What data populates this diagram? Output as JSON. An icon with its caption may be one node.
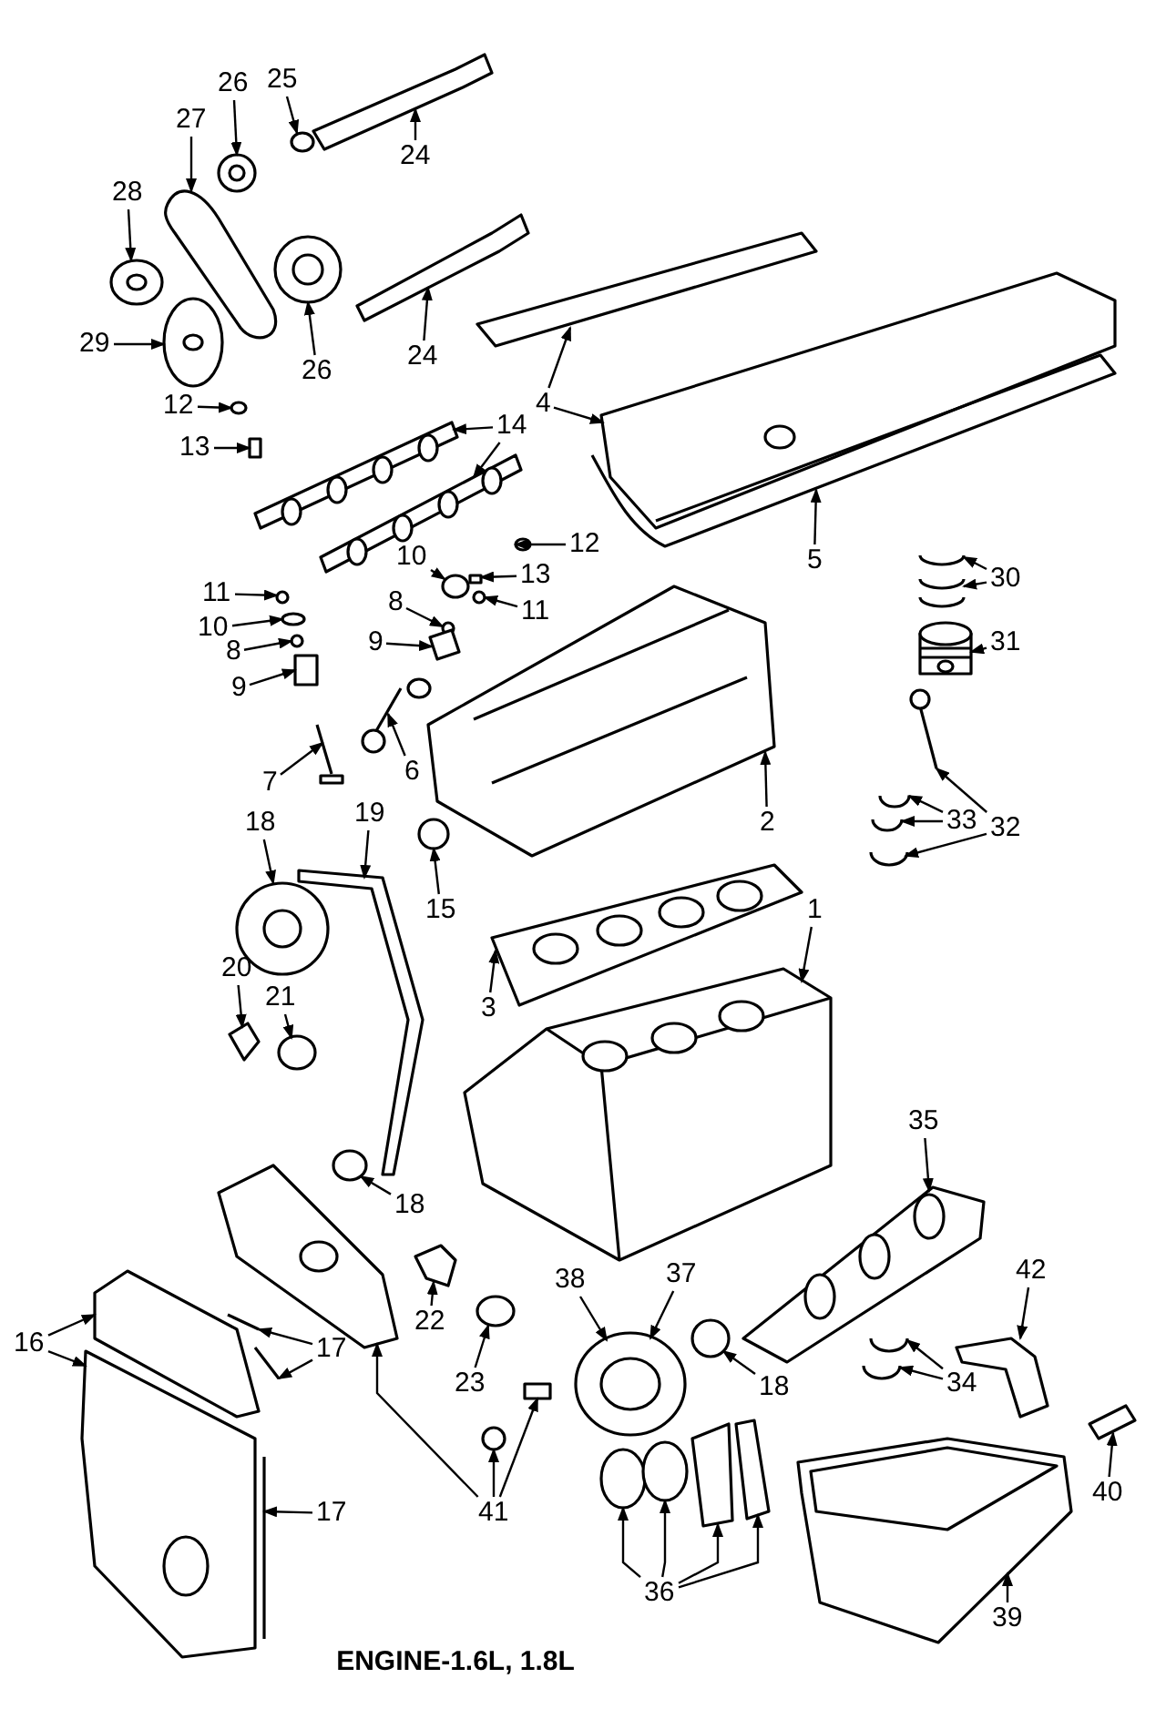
{
  "diagram": {
    "title": "ENGINE-1.6L, 1.8L",
    "nodes": [
      {
        "text": [
          "25"
        ]
      },
      {
        "text": [
          "26"
        ]
      },
      {
        "text": [
          "27"
        ]
      },
      {
        "text": [
          "24"
        ]
      },
      {
        "text": [
          "28"
        ]
      },
      {
        "text": [
          "26"
        ]
      },
      {
        "text": [
          "24"
        ]
      },
      {
        "text": [
          "29"
        ]
      },
      {
        "text": [
          "4"
        ]
      },
      {
        "text": [
          "12"
        ]
      },
      {
        "text": [
          "13"
        ]
      },
      {
        "text": [
          "14"
        ]
      },
      {
        "text": [
          "5"
        ]
      },
      {
        "text": [
          "12"
        ]
      },
      {
        "text": [
          "10"
        ]
      },
      {
        "text": [
          "13"
        ]
      },
      {
        "text": [
          "30"
        ]
      },
      {
        "text": [
          "11"
        ]
      },
      {
        "text": [
          "8"
        ]
      },
      {
        "text": [
          "11"
        ]
      },
      {
        "text": [
          "10"
        ]
      },
      {
        "text": [
          "8"
        ]
      },
      {
        "text": [
          "9"
        ]
      },
      {
        "text": [
          "31"
        ]
      },
      {
        "text": [
          "9"
        ]
      },
      {
        "text": [
          "6"
        ]
      },
      {
        "text": [
          "7"
        ]
      },
      {
        "text": [
          "2"
        ]
      },
      {
        "text": [
          "32"
        ]
      },
      {
        "text": [
          "33"
        ]
      },
      {
        "text": [
          "18"
        ]
      },
      {
        "text": [
          "19"
        ]
      },
      {
        "text": [
          "15"
        ]
      },
      {
        "text": [
          "1"
        ]
      },
      {
        "text": [
          "20"
        ]
      },
      {
        "text": [
          "21"
        ]
      },
      {
        "text": [
          "3"
        ]
      },
      {
        "text": [
          "35"
        ]
      },
      {
        "text": [
          "18"
        ]
      },
      {
        "text": [
          "38"
        ]
      },
      {
        "text": [
          "37"
        ]
      },
      {
        "text": [
          "42"
        ]
      },
      {
        "text": [
          "22"
        ]
      },
      {
        "text": [
          "16"
        ]
      },
      {
        "text": [
          "17"
        ]
      },
      {
        "text": [
          "23"
        ]
      },
      {
        "text": [
          "34"
        ]
      },
      {
        "text": [
          "18"
        ]
      },
      {
        "text": [
          "41"
        ]
      },
      {
        "text": [
          "40"
        ]
      },
      {
        "text": [
          "17"
        ]
      },
      {
        "text": [
          "36"
        ]
      },
      {
        "text": [
          "39"
        ]
      },
      {
        "text": [],
        "shape": "picture"
      },
      {
        "text": [],
        "shape": "picture"
      },
      {
        "text": [],
        "shape": "picture"
      },
      {
        "text": [],
        "shape": "picture"
      },
      {
        "text": [],
        "shape": "picture"
      },
      {
        "text": [],
        "shape": "picture"
      },
      {
        "text": [],
        "shape": "picture"
      },
      {
        "text": [],
        "shape": "picture"
      },
      {
        "text": [],
        "shape": "picture"
      },
      {
        "text": [],
        "shape": "picture"
      },
      {
        "text": [],
        "shape": "picture"
      },
      {
        "text": [],
        "shape": "box"
      },
      {
        "text": [],
        "shape": "picture"
      },
      {
        "text": [],
        "shape": "picture"
      },
      {
        "text": [],
        "shape": "picture"
      },
      {
        "text": [],
        "shape": "picture"
      },
      {
        "text": [],
        "shape": "picture"
      },
      {
        "text": [],
        "shape": "box"
      },
      {
        "text": [],
        "shape": "picture"
      },
      {
        "text": [],
        "shape": "picture"
      },
      {
        "text": [],
        "shape": "picture"
      },
      {
        "text": [],
        "shape": "picture"
      },
      {
        "text": [],
        "shape": "picture"
      },
      {
        "text": [],
        "shape": "picture"
      },
      {
        "text": [],
        "shape": "picture"
      },
      {
        "text": [],
        "shape": "picture"
      },
      {
        "text": [],
        "shape": "picture"
      },
      {
        "text": [],
        "shape": "box"
      },
      {
        "text": [],
        "shape": "picture"
      },
      {
        "text": [],
        "shape": "picture"
      },
      {
        "text": [],
        "shape": "picture"
      },
      {
        "text": [],
        "shape": "picture"
      },
      {
        "text": [],
        "shape": "picture"
      },
      {
        "text": [],
        "shape": "picture"
      },
      {
        "text": [],
        "shape": "picture"
      },
      {
        "text": [],
        "shape": "picture"
      },
      {
        "text": [],
        "shape": "picture"
      },
      {
        "text": [],
        "shape": "picture"
      },
      {
        "text": [],
        "shape": "picture"
      },
      {
        "text": [],
        "shape": "picture"
      },
      {
        "text": [],
        "shape": "picture"
      },
      {
        "text": [],
        "shape": "picture"
      },
      {
        "text": [],
        "shape": "picture"
      },
      {
        "text": [],
        "shape": "picture"
      },
      {
        "text": [],
        "shape": "picture"
      },
      {
        "text": [],
        "shape": "picture"
      },
      {
        "text": [],
        "shape": "picture"
      },
      {
        "text": [],
        "shape": "picture"
      },
      {
        "text": [],
        "shape": "picture"
      },
      {
        "text": [],
        "shape": "picture"
      },
      {
        "text": [],
        "shape": "picture"
      },
      {
        "text": [],
        "shape": "picture"
      },
      {
        "text": [],
        "shape": "picture"
      },
      {
        "text": [],
        "shape": "picture"
      },
      {
        "text": [],
        "shape": "picture"
      },
      {
        "text": [],
        "shape": "picture"
      },
      {
        "text": [],
        "shape": "picture"
      },
      {
        "text": [],
        "shape": "box"
      },
      {
        "text": [],
        "shape": "picture"
      },
      {
        "text": [],
        "shape": "picture"
      },
      {
        "text": [],
        "shape": "picture"
      },
      {
        "text": [],
        "shape": "picture"
      },
      {
        "text": [],
        "shape": "picture"
      },
      {
        "text": [],
        "shape": "picture"
      },
      {
        "text": [],
        "shape": "picture"
      }
    ],
    "edges": [
      {
        "from": 0,
        "to": 53,
        "arrow": "to"
      },
      {
        "from": 1,
        "to": 54,
        "arrow": "to"
      },
      {
        "from": 2,
        "to": 55,
        "arrow": "to"
      },
      {
        "from": 3,
        "to": 56,
        "arrow": "to"
      },
      {
        "from": 4,
        "to": 57,
        "arrow": "to"
      },
      {
        "from": 5,
        "to": 58,
        "arrow": "to"
      },
      {
        "from": 6,
        "to": 59,
        "arrow": "to"
      },
      {
        "from": 7,
        "to": 60,
        "arrow": "to"
      },
      {
        "from": 8,
        "to": 61,
        "arrow": "to"
      },
      {
        "from": 8,
        "to": 62,
        "arrow": "to"
      },
      {
        "from": 9,
        "to": 63,
        "arrow": "to"
      },
      {
        "from": 10,
        "to": 64,
        "arrow": "to"
      },
      {
        "from": 11,
        "to": 65,
        "arrow": "to"
      },
      {
        "from": 11,
        "to": 66,
        "arrow": "to"
      },
      {
        "from": 12,
        "to": 67,
        "arrow": "to"
      },
      {
        "from": 13,
        "to": 68,
        "arrow": "to"
      },
      {
        "from": 14,
        "to": 69,
        "arrow": "to"
      },
      {
        "from": 15,
        "to": 70,
        "arrow": "to"
      },
      {
        "from": 16,
        "to": 71,
        "arrow": "to"
      },
      {
        "from": 16,
        "to": 72,
        "arrow": "to"
      },
      {
        "from": 17,
        "to": 73,
        "arrow": "to"
      },
      {
        "from": 18,
        "to": 74,
        "arrow": "to"
      },
      {
        "from": 19,
        "to": 75,
        "arrow": "to"
      },
      {
        "from": 20,
        "to": 76,
        "arrow": "to"
      },
      {
        "from": 21,
        "to": 77,
        "arrow": "to"
      },
      {
        "from": 22,
        "to": 78,
        "arrow": "to"
      },
      {
        "from": 23,
        "to": 79,
        "arrow": "to"
      },
      {
        "from": 24,
        "to": 80,
        "arrow": "to"
      },
      {
        "from": 25,
        "to": 81,
        "arrow": "to"
      },
      {
        "from": 26,
        "to": 82,
        "arrow": "to"
      },
      {
        "from": 27,
        "to": 83,
        "arrow": "to"
      },
      {
        "from": 28,
        "to": 84,
        "arrow": "to"
      },
      {
        "from": 28,
        "to": 85,
        "arrow": "to"
      },
      {
        "from": 29,
        "to": 86,
        "arrow": "to"
      },
      {
        "from": 29,
        "to": 87,
        "arrow": "to"
      },
      {
        "from": 30,
        "to": 88,
        "arrow": "to"
      },
      {
        "from": 31,
        "to": 89,
        "arrow": "to"
      },
      {
        "from": 32,
        "to": 90,
        "arrow": "to"
      },
      {
        "from": 33,
        "to": 91,
        "arrow": "to"
      },
      {
        "from": 34,
        "to": 92,
        "arrow": "to"
      },
      {
        "from": 35,
        "to": 93,
        "arrow": "to"
      },
      {
        "from": 36,
        "to": 94,
        "arrow": "to"
      },
      {
        "from": 37,
        "to": 95,
        "arrow": "to"
      },
      {
        "from": 38,
        "to": 96,
        "arrow": "to"
      },
      {
        "from": 39,
        "to": 97,
        "arrow": "to"
      },
      {
        "from": 40,
        "to": 97,
        "arrow": "to"
      },
      {
        "from": 41,
        "to": 98,
        "arrow": "to"
      },
      {
        "from": 42,
        "to": 99,
        "arrow": "to"
      },
      {
        "from": 43,
        "to": 100,
        "arrow": "to"
      },
      {
        "from": 43,
        "to": 101,
        "arrow": "to"
      },
      {
        "from": 44,
        "to": 102,
        "arrow": "to"
      },
      {
        "from": 44,
        "to": 103,
        "arrow": "to"
      },
      {
        "from": 45,
        "to": 104,
        "arrow": "to"
      },
      {
        "from": 46,
        "to": 105,
        "arrow": "to"
      },
      {
        "from": 46,
        "to": 106,
        "arrow": "to"
      },
      {
        "from": 47,
        "to": 107,
        "arrow": "to"
      },
      {
        "from": 48,
        "to": 108,
        "arrow": "to"
      },
      {
        "from": 48,
        "to": 109,
        "arrow": "to"
      },
      {
        "from": 48,
        "to": 110,
        "arrow": "to"
      },
      {
        "from": 49,
        "to": 111,
        "arrow": "to"
      },
      {
        "from": 50,
        "to": 112,
        "arrow": "to"
      },
      {
        "from": 51,
        "to": 113,
        "arrow": "to"
      },
      {
        "from": 51,
        "to": 114,
        "arrow": "to"
      },
      {
        "from": 51,
        "to": 115,
        "arrow": "to"
      },
      {
        "from": 51,
        "to": 116,
        "arrow": "to"
      },
      {
        "from": 52,
        "to": 117,
        "arrow": "to"
      }
    ]
  }
}
